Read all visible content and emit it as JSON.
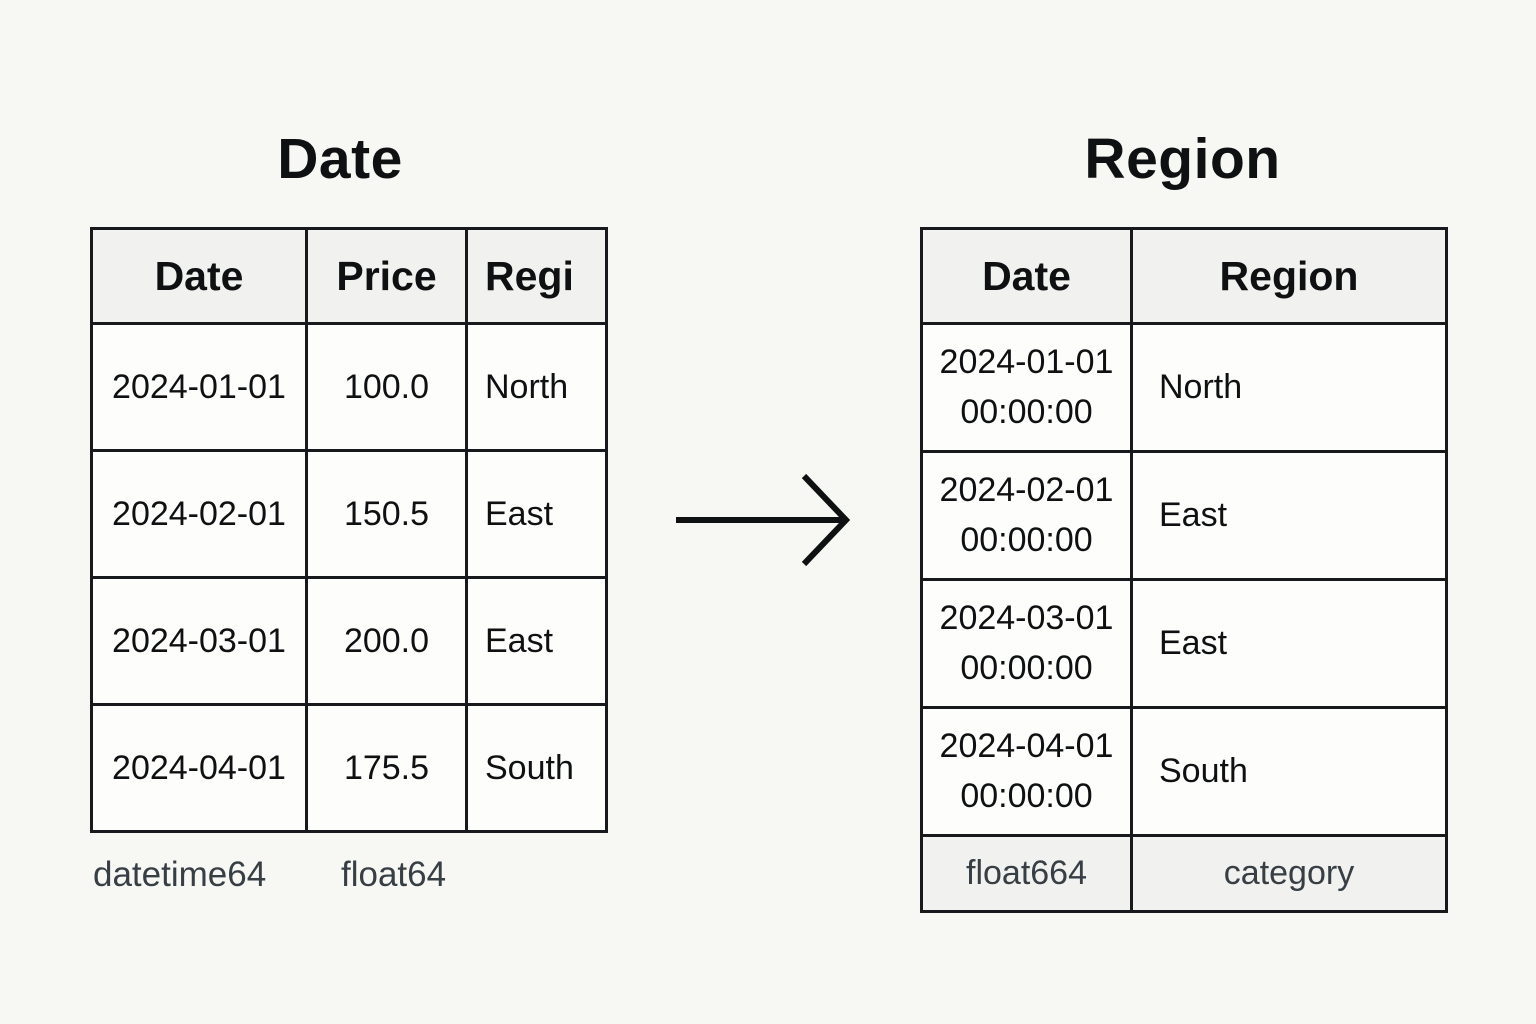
{
  "colors": {
    "background": "#f7f7f4",
    "table_background": "#fdfdfc",
    "header_background": "#f1f1ef",
    "border": "#17191c",
    "text": "#0e1012",
    "dtype_text": "#373e44"
  },
  "left_table": {
    "title": "Date",
    "headers": {
      "date": "Date",
      "price": "Price",
      "region": "Regi"
    },
    "rows": [
      {
        "date": "2024-01-01",
        "price": "100.0",
        "region": "North"
      },
      {
        "date": "2024-02-01",
        "price": "150.5",
        "region": "East"
      },
      {
        "date": "2024-03-01",
        "price": "200.0",
        "region": "East"
      },
      {
        "date": "2024-04-01",
        "price": "175.5",
        "region": "South"
      }
    ],
    "dtypes": {
      "date": "datetime64",
      "price": "float64"
    }
  },
  "right_table": {
    "title": "Region",
    "headers": {
      "date": "Date",
      "region": "Region"
    },
    "rows": [
      {
        "date": "2024-01-01",
        "time": "00:00:00",
        "region": "North"
      },
      {
        "date": "2024-02-01",
        "time": "00:00:00",
        "region": "East"
      },
      {
        "date": "2024-03-01",
        "time": "00:00:00",
        "region": "East"
      },
      {
        "date": "2024-04-01",
        "time": "00:00:00",
        "region": "South"
      }
    ],
    "dtypes": {
      "date": "float664",
      "region": "category"
    }
  }
}
